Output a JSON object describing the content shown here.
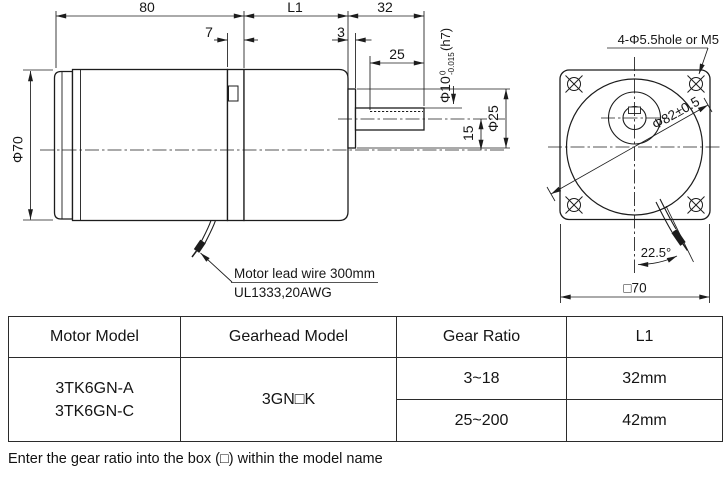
{
  "side_view": {
    "dim_80": "80",
    "dim_L1": "L1",
    "dim_32": "32",
    "dim_7": "7",
    "dim_3": "3",
    "dim_25": "25",
    "dim_shaft_dia": "Φ10",
    "dim_shaft_tol_upper": "0",
    "dim_shaft_tol_lower": "-0.015",
    "dim_shaft_fit": "(h7)",
    "dim_boss_dia": "Φ25",
    "dim_offset": "15",
    "dim_motor_dia": "Φ70",
    "wire_note_line1": "Motor lead wire 300mm",
    "wire_note_line2": "UL1333,20AWG"
  },
  "front_view": {
    "holes_label": "4-Φ5.5hole or M5",
    "bolt_circle_dia": "Φ82±0.5",
    "wire_angle": "22.5°",
    "frame_size": "□70"
  },
  "table": {
    "headers": [
      "Motor Model",
      "Gearhead Model",
      "Gear Ratio",
      "L1"
    ],
    "motor_models": [
      "3TK6GN-A",
      "3TK6GN-C"
    ],
    "gearhead_model": "3GN□K",
    "rows": [
      {
        "gear_ratio": "3~18",
        "l1": "32mm"
      },
      {
        "gear_ratio": "25~200",
        "l1": "42mm"
      }
    ]
  },
  "footnote": "Enter the gear ratio into the box (□) within the model name"
}
